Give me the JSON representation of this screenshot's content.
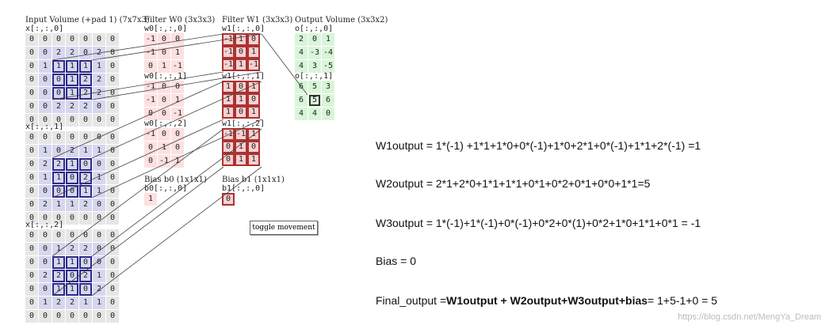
{
  "input": {
    "title": "Input Volume (+pad 1) (7x7x3)",
    "slices": [
      {
        "label": "x[:,:,0]",
        "rows": [
          [
            "0",
            "0",
            "0",
            "0",
            "0",
            "0",
            "0"
          ],
          [
            "0",
            "0",
            "2",
            "2",
            "0",
            "2",
            "0"
          ],
          [
            "0",
            "1",
            "1",
            "1",
            "1",
            "1",
            "0"
          ],
          [
            "0",
            "0",
            "0",
            "1",
            "2",
            "2",
            "0"
          ],
          [
            "0",
            "0",
            "0",
            "1",
            "2",
            "2",
            "0"
          ],
          [
            "0",
            "0",
            "2",
            "2",
            "2",
            "0",
            "0"
          ],
          [
            "0",
            "0",
            "0",
            "0",
            "0",
            "0",
            "0"
          ]
        ]
      },
      {
        "label": "x[:,:,1]",
        "rows": [
          [
            "0",
            "0",
            "0",
            "0",
            "0",
            "0",
            "0"
          ],
          [
            "0",
            "1",
            "0",
            "2",
            "1",
            "1",
            "0"
          ],
          [
            "0",
            "2",
            "2",
            "1",
            "0",
            "0",
            "0"
          ],
          [
            "0",
            "1",
            "1",
            "0",
            "2",
            "1",
            "0"
          ],
          [
            "0",
            "0",
            "0",
            "0",
            "1",
            "1",
            "0"
          ],
          [
            "0",
            "2",
            "1",
            "1",
            "2",
            "0",
            "0"
          ],
          [
            "0",
            "0",
            "0",
            "0",
            "0",
            "0",
            "0"
          ]
        ]
      },
      {
        "label": "x[:,:,2]",
        "rows": [
          [
            "0",
            "0",
            "0",
            "0",
            "0",
            "0",
            "0"
          ],
          [
            "0",
            "0",
            "1",
            "2",
            "2",
            "0",
            "0"
          ],
          [
            "0",
            "0",
            "1",
            "1",
            "0",
            "0",
            "0"
          ],
          [
            "0",
            "2",
            "2",
            "0",
            "2",
            "1",
            "0"
          ],
          [
            "0",
            "0",
            "1",
            "1",
            "0",
            "2",
            "0"
          ],
          [
            "0",
            "1",
            "2",
            "2",
            "1",
            "1",
            "0"
          ],
          [
            "0",
            "0",
            "0",
            "0",
            "0",
            "0",
            "0"
          ]
        ]
      }
    ]
  },
  "w0": {
    "title": "Filter W0 (3x3x3)",
    "slices": [
      {
        "label": "w0[:,:,0]",
        "rows": [
          [
            "-1",
            "0",
            "0"
          ],
          [
            "-1",
            "0",
            "1"
          ],
          [
            "0",
            "1",
            "-1"
          ]
        ]
      },
      {
        "label": "w0[:,:,1]",
        "rows": [
          [
            "-1",
            "0",
            "0"
          ],
          [
            "-1",
            "0",
            "1"
          ],
          [
            "0",
            "0",
            "-1"
          ]
        ]
      },
      {
        "label": "w0[:,:,2]",
        "rows": [
          [
            "-1",
            "0",
            "0"
          ],
          [
            "0",
            "1",
            "0"
          ],
          [
            "0",
            "-1",
            "1"
          ]
        ]
      }
    ],
    "bias_title": "Bias b0 (1x1x1)",
    "bias_label": "b0[:,:,0]",
    "bias_value": "1"
  },
  "w1": {
    "title": "Filter W1 (3x3x3)",
    "slices": [
      {
        "label": "w1[:,:,0]",
        "rows": [
          [
            "-1",
            "1",
            "0"
          ],
          [
            "-1",
            "0",
            "1"
          ],
          [
            "-1",
            "1",
            "-1"
          ]
        ]
      },
      {
        "label": "w1[:,:,1]",
        "rows": [
          [
            "1",
            "0",
            "1"
          ],
          [
            "1",
            "1",
            "0"
          ],
          [
            "1",
            "0",
            "1"
          ]
        ]
      },
      {
        "label": "w1[:,:,2]",
        "rows": [
          [
            "-1",
            "-1",
            "1"
          ],
          [
            "0",
            "1",
            "0"
          ],
          [
            "0",
            "1",
            "1"
          ]
        ]
      }
    ],
    "bias_title": "Bias b1 (1x1x1)",
    "bias_label": "b1[:,:,0]",
    "bias_value": "0"
  },
  "output": {
    "title": "Output Volume (3x3x2)",
    "slices": [
      {
        "label": "o[:,:,0]",
        "rows": [
          [
            "2",
            "0",
            "1"
          ],
          [
            "4",
            "-3",
            "-4"
          ],
          [
            "4",
            "3",
            "-5"
          ]
        ]
      },
      {
        "label": "o[:,:,1]",
        "rows": [
          [
            "6",
            "5",
            "3"
          ],
          [
            "6",
            "5",
            "6"
          ],
          [
            "4",
            "4",
            "0"
          ]
        ]
      }
    ]
  },
  "toggle_label": "toggle movement",
  "equations": {
    "w1": "W1output = 1*(-1) +1*1+1*0+0*(-1)+1*0+2*1+0*(-1)+1*1+2*(-1) =1",
    "w2": "W2output = 2*1+2*0+1*1+1*1+0*1+0*2+0*1+0*0+1*1=5",
    "w3": "W3output = 1*(-1)+1*(-1)+0*(-1)+0*2+0*(1)+0*2+1*0+1*1+0*1 = -1",
    "bias": "Bias = 0",
    "final_prefix": "Final_output =",
    "final_bold": "W1output + W2output+W3output+bias",
    "final_suffix": "= 1+5-1+0 = 5"
  },
  "watermark": "https://blog.csdn.net/MengYa_Dream"
}
